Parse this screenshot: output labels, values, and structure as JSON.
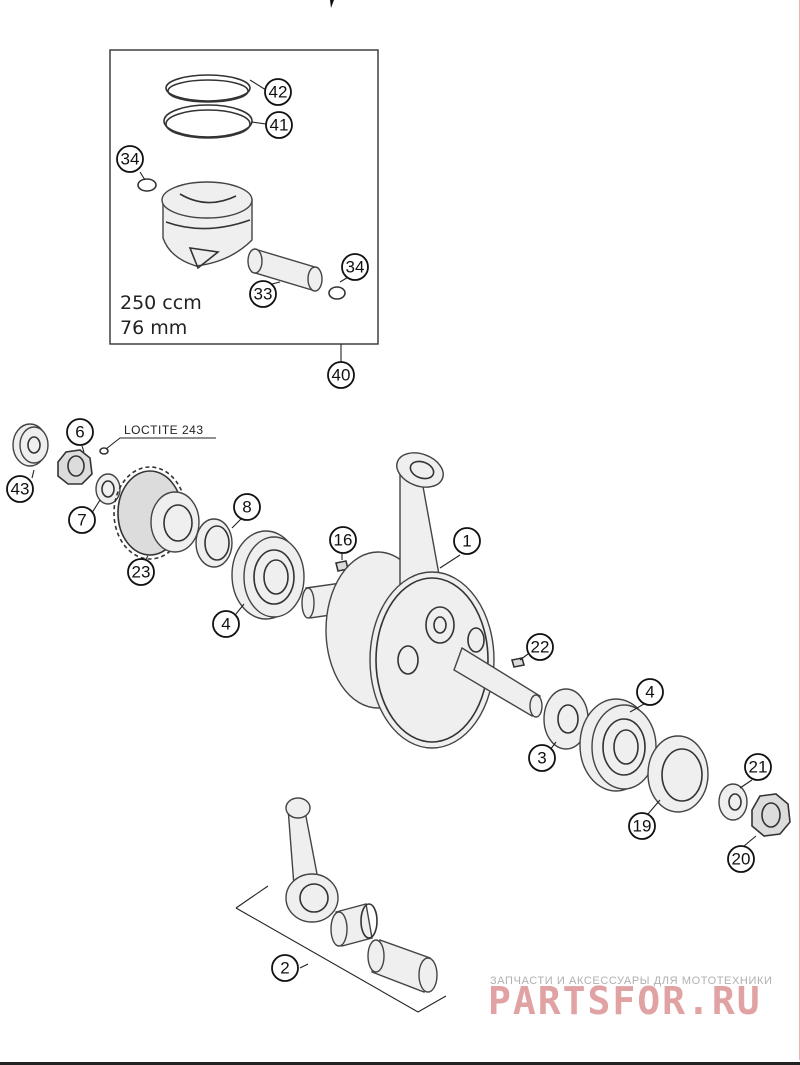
{
  "piston_kit": {
    "displacement": "250 ccm",
    "bore": "76 mm"
  },
  "note": {
    "loctite": "LOCTITE 243"
  },
  "callouts": {
    "c1": "1",
    "c2": "2",
    "c3": "3",
    "c4a": "4",
    "c4b": "4",
    "c6": "6",
    "c7": "7",
    "c8": "8",
    "c16": "16",
    "c19": "19",
    "c20": "20",
    "c21": "21",
    "c22": "22",
    "c23": "23",
    "c33": "33",
    "c34a": "34",
    "c34b": "34",
    "c40": "40",
    "c41": "41",
    "c42": "42",
    "c43": "43"
  },
  "watermark": {
    "tagline": "ЗАПЧАСТИ И АКСЕССУАРЫ ДЛЯ МОТОТЕХНИКИ",
    "brand": "PARTSFOR.RU"
  },
  "colors": {
    "line": "#333333",
    "watermark_brand": "#e0a2a2",
    "watermark_tagline": "#b0b0b0"
  }
}
